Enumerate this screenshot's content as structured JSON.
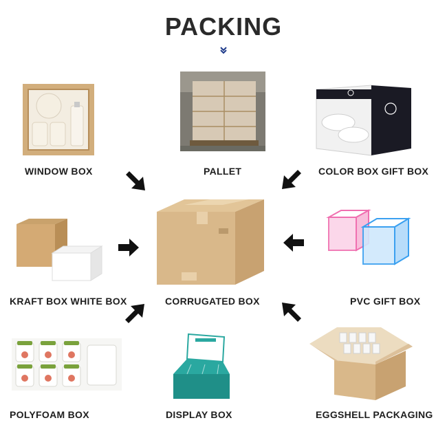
{
  "title": "PACKING",
  "labels": {
    "window_box": "WINDOW BOX",
    "pallet": "PALLET",
    "color_box_gift_box": "COLOR BOX GIFT BOX",
    "kraft_box_white_box": "KRAFT BOX WHITE BOX",
    "corrugated_box": "CORRUGATED BOX",
    "pvc_gift_box": "PVC GIFT BOX",
    "polyfoam_box": "POLYFOAM BOX",
    "display_box": "DISPLAY BOX",
    "eggshell_packaging": "EGGSHELL PACKAGING"
  },
  "colors": {
    "kraft": "#d8b888",
    "kraft_dark": "#b89462",
    "arrow": "#111111",
    "pvc_pink": "#f06fb0",
    "pvc_blue": "#3aa0f0",
    "display_teal": "#2aa8a0"
  }
}
